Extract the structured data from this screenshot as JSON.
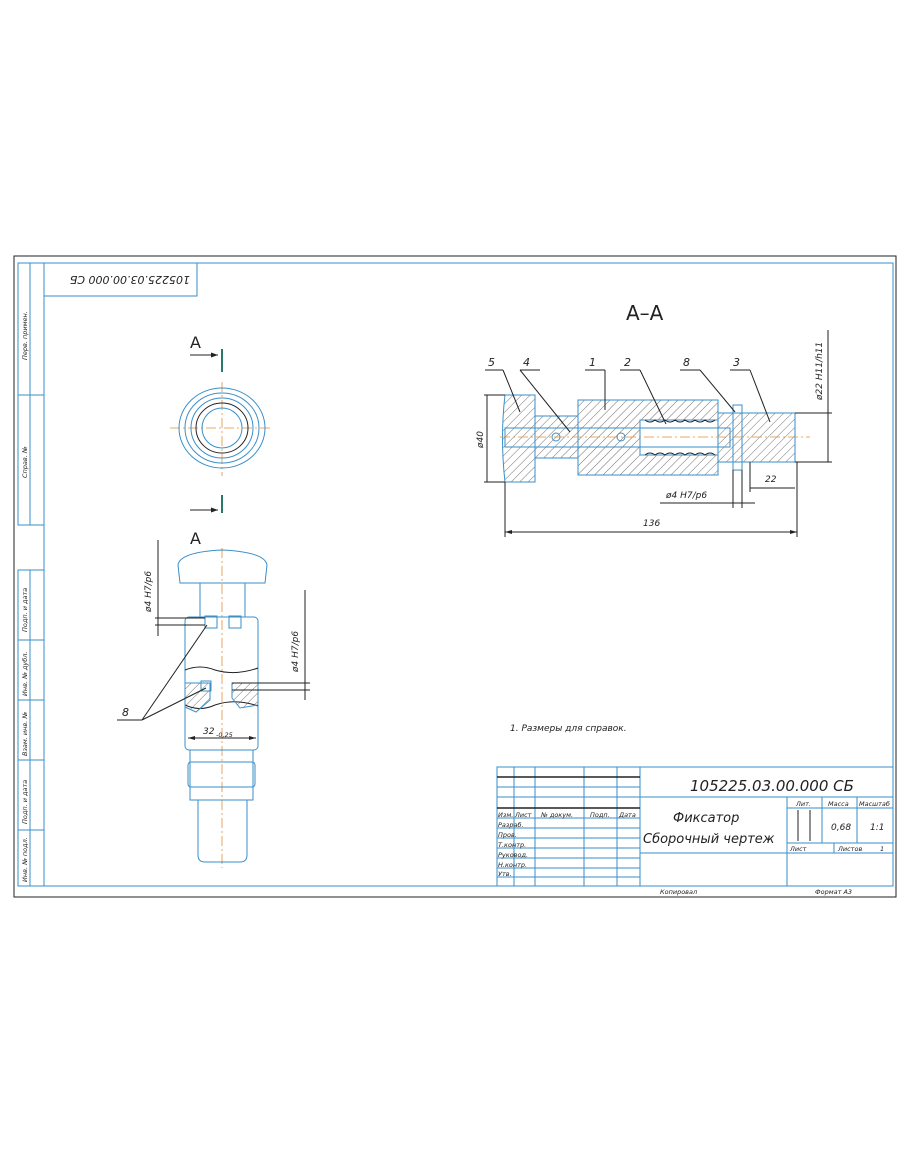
{
  "drawing": {
    "stamp_code_rotated": "105225.03.00.000 СБ",
    "section_title": "А–А",
    "section_mark": "А",
    "side_strip": [
      "Перв. примен.",
      "Справ. №",
      "Подп. и дата",
      "Инв. № дубл.",
      "Взам. инв. №",
      "Подп. и дата",
      "Инв. № подл."
    ],
    "part_labels": [
      "5",
      "4",
      "1",
      "2",
      "8",
      "3"
    ],
    "dimensions": {
      "d40": "ø40",
      "d22": "ø22 H11/h11",
      "len22": "22",
      "d4_section": "ø4 H7/p6",
      "len136": "136",
      "d4_upper": "ø4 H7/p6",
      "d4_lower": "ø4 H7/p6",
      "d32": "32",
      "d32_tol": "-0,25"
    },
    "leader_8": "8",
    "note": "1. Размеры для справок."
  },
  "title_block": {
    "code": "105225.03.00.000 СБ",
    "name_line1": "Фиксатор",
    "name_line2": "Сборочный чертеж",
    "headers": [
      "Изм.",
      "Лист",
      "№ докум.",
      "Подп.",
      "Дата"
    ],
    "roles": [
      "Разраб.",
      "Пров.",
      "Т.контр.",
      "Руковод.",
      "Н.контр.",
      "Утв."
    ],
    "lit_label": "Лит.",
    "mass_label": "Масса",
    "scale_label": "Масштаб",
    "mass": "0,68",
    "scale": "1:1",
    "sheet_label": "Лист",
    "sheets_label": "Листов",
    "sheets": "1",
    "copied": "Копировал",
    "format": "Формат  А3"
  }
}
